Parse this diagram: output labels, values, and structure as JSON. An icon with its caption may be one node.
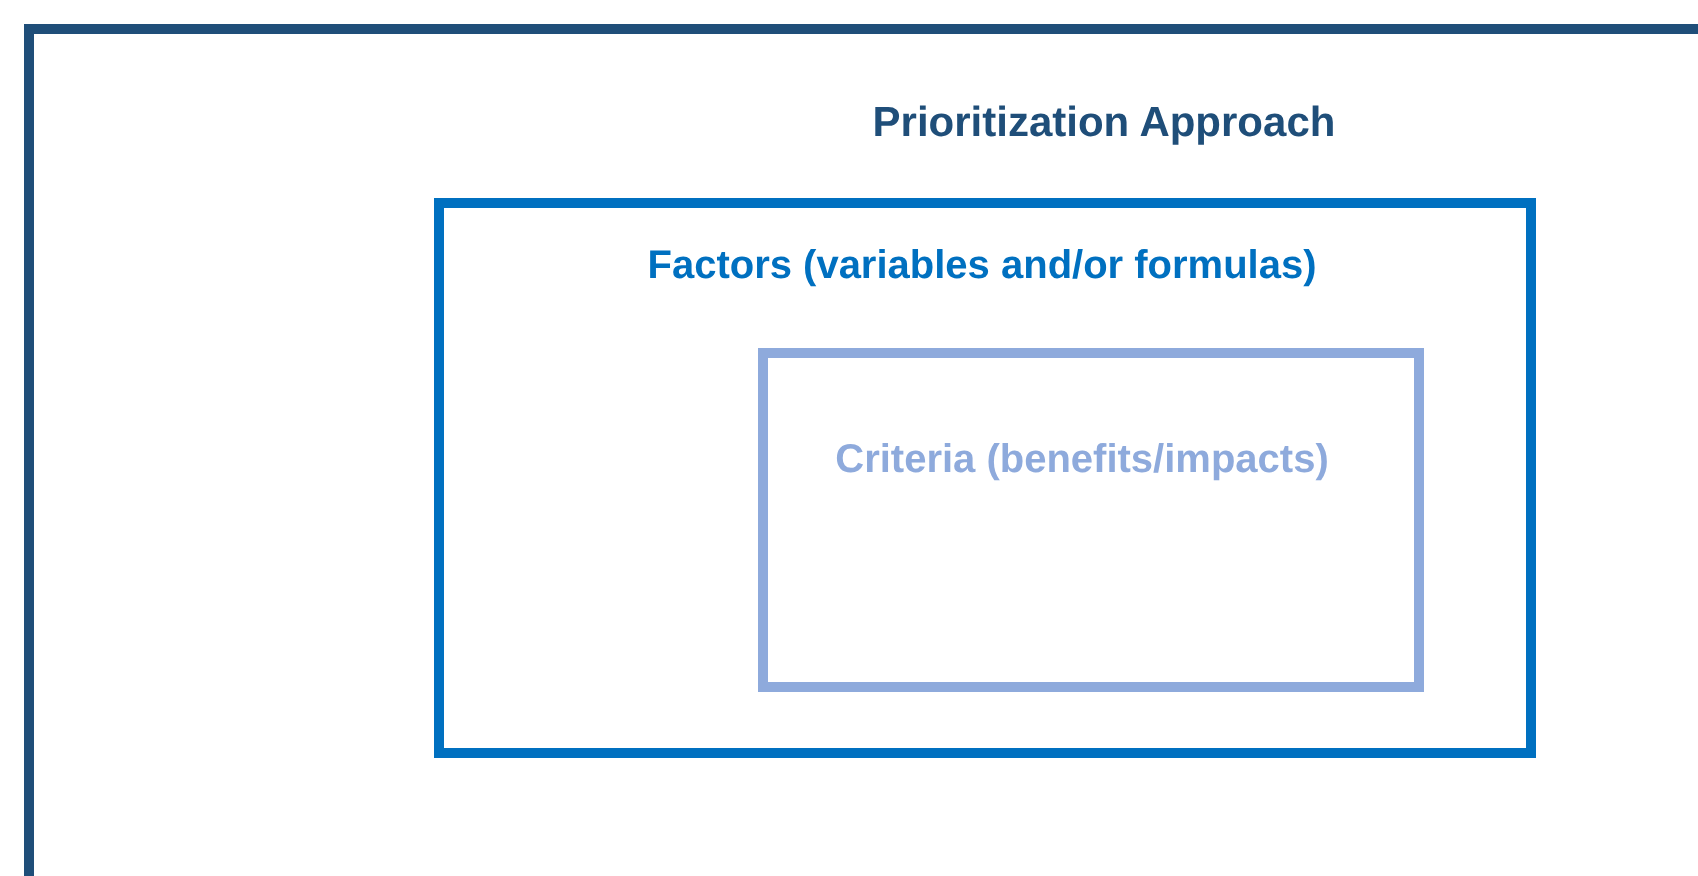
{
  "diagram": {
    "nodes": [
      {
        "text": [
          "Prioritization Approach"
        ]
      },
      {
        "text": [
          "Factors (variables and/or formulas)"
        ],
        "in": 0
      },
      {
        "text": [
          "Criteria (benefits/impacts)"
        ],
        "in": 1
      }
    ],
    "edges": []
  }
}
